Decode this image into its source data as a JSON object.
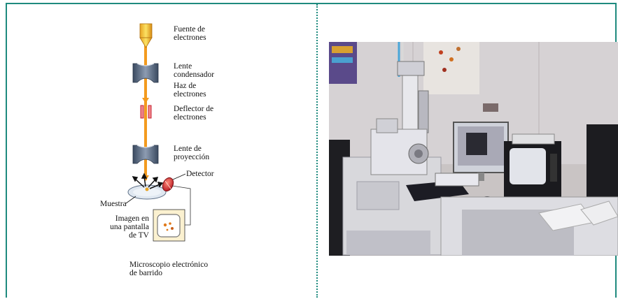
{
  "diagram": {
    "labels": {
      "source_l1": "Fuente de",
      "source_l2": "electrones",
      "condenser_l1": "Lente",
      "condenser_l2": "condensador",
      "beam_l1": "Haz de",
      "beam_l2": "electrones",
      "deflector_l1": "Deflector de",
      "deflector_l2": "electrones",
      "projection_l1": "Lente de",
      "projection_l2": "proyección",
      "detector": "Detector",
      "sample": "Muestra",
      "image_l1": "Imagen en",
      "image_l2": "una pantalla",
      "image_l3": "de TV",
      "caption_l1": "Microscopio electrónico",
      "caption_l2": "de barrido"
    }
  },
  "colors": {
    "frame": "#1e8a7e",
    "beam": "#f39a1e",
    "lens": "#5d6f86",
    "deflector": "#d8323c"
  }
}
